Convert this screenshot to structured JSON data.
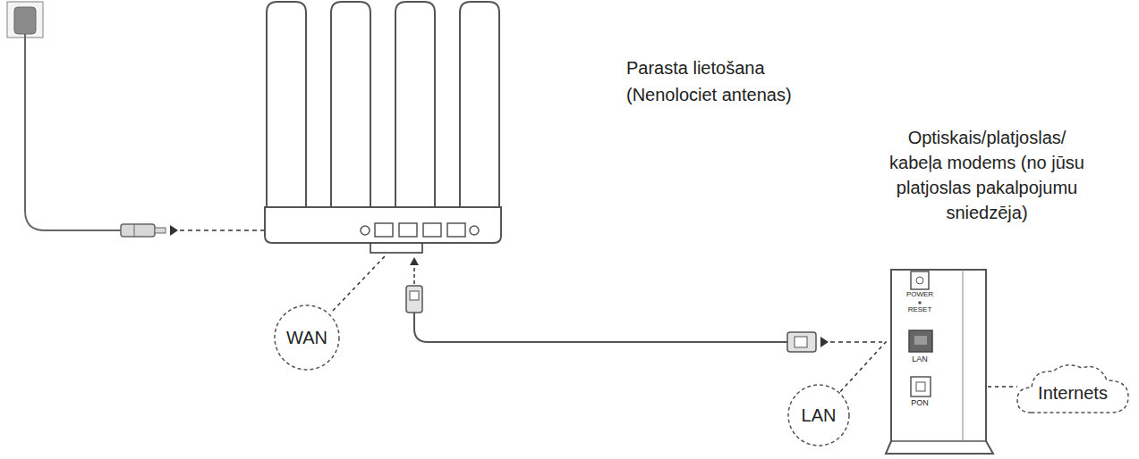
{
  "diagram": {
    "nodes": [
      {
        "text": [
          "WAN"
        ]
      },
      {
        "text": [
          "POWER",
          "RESET",
          "LAN",
          "PON"
        ]
      },
      {
        "text": [
          "LAN"
        ]
      },
      {
        "text": [
          "Internets"
        ]
      }
    ],
    "edges": [
      {
        "from": 2,
        "to": 1,
        "arrow": "none"
      },
      {
        "from": 1,
        "to": 3,
        "arrow": "none"
      }
    ],
    "labels": [
      "Parasta lietošana",
      "(Nenolociet antenas)",
      "Optiskais/platjoslas/ kabeļa modems (no jūsu platjoslas pakalpojumu sniedzēja)"
    ]
  }
}
